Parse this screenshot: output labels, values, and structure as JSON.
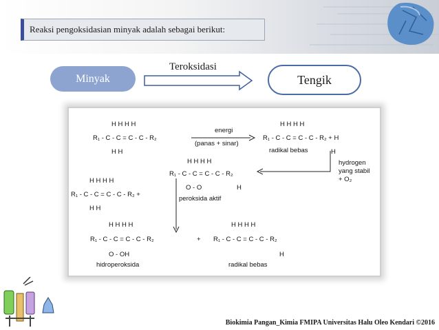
{
  "slide": {
    "title": "Reaksi pengoksidasian minyak adalah sebagai berikut:",
    "footer": "Biokimia Pangan_Kimia FMIPA Universitas Halu Oleo Kendari ©2016"
  },
  "flow": {
    "source": "Minyak",
    "arrow_label": "Teroksidasi",
    "target": "Tengik"
  },
  "diagram": {
    "energy_label": "energi",
    "energy_sub": "(panas + sinar)",
    "free_radical_label": "radikal bebas",
    "hydrogen_label_1": "hydrogen",
    "hydrogen_label_2": "yang stabil",
    "oxygen_label": "+ O₂",
    "active_peroxide_label": "peroksida aktif",
    "hydroperoxide_label": "hidroperoksida",
    "free_radical_label_2": "radikal bebas",
    "h_top": "H   H   H   H",
    "h_top_short": "H   H",
    "chain_1": "R₁ - C - C = C - C - R₂",
    "chain_2": "R₁ - C - C = C - C - R₂ + H",
    "chain_3": "R₁ - C - C = C - C - R₂",
    "chain_4": "R₁ - C - C = C - C - R₂   +",
    "chain_5": "R₁ - C - C = C - C - R₂",
    "chain_6": "R₁ - C - C = C - C - R₂",
    "h_bottom": "H              H",
    "oo": "O - O",
    "ooh": "O - OH",
    "plus": "+",
    "h_single": "H"
  }
}
